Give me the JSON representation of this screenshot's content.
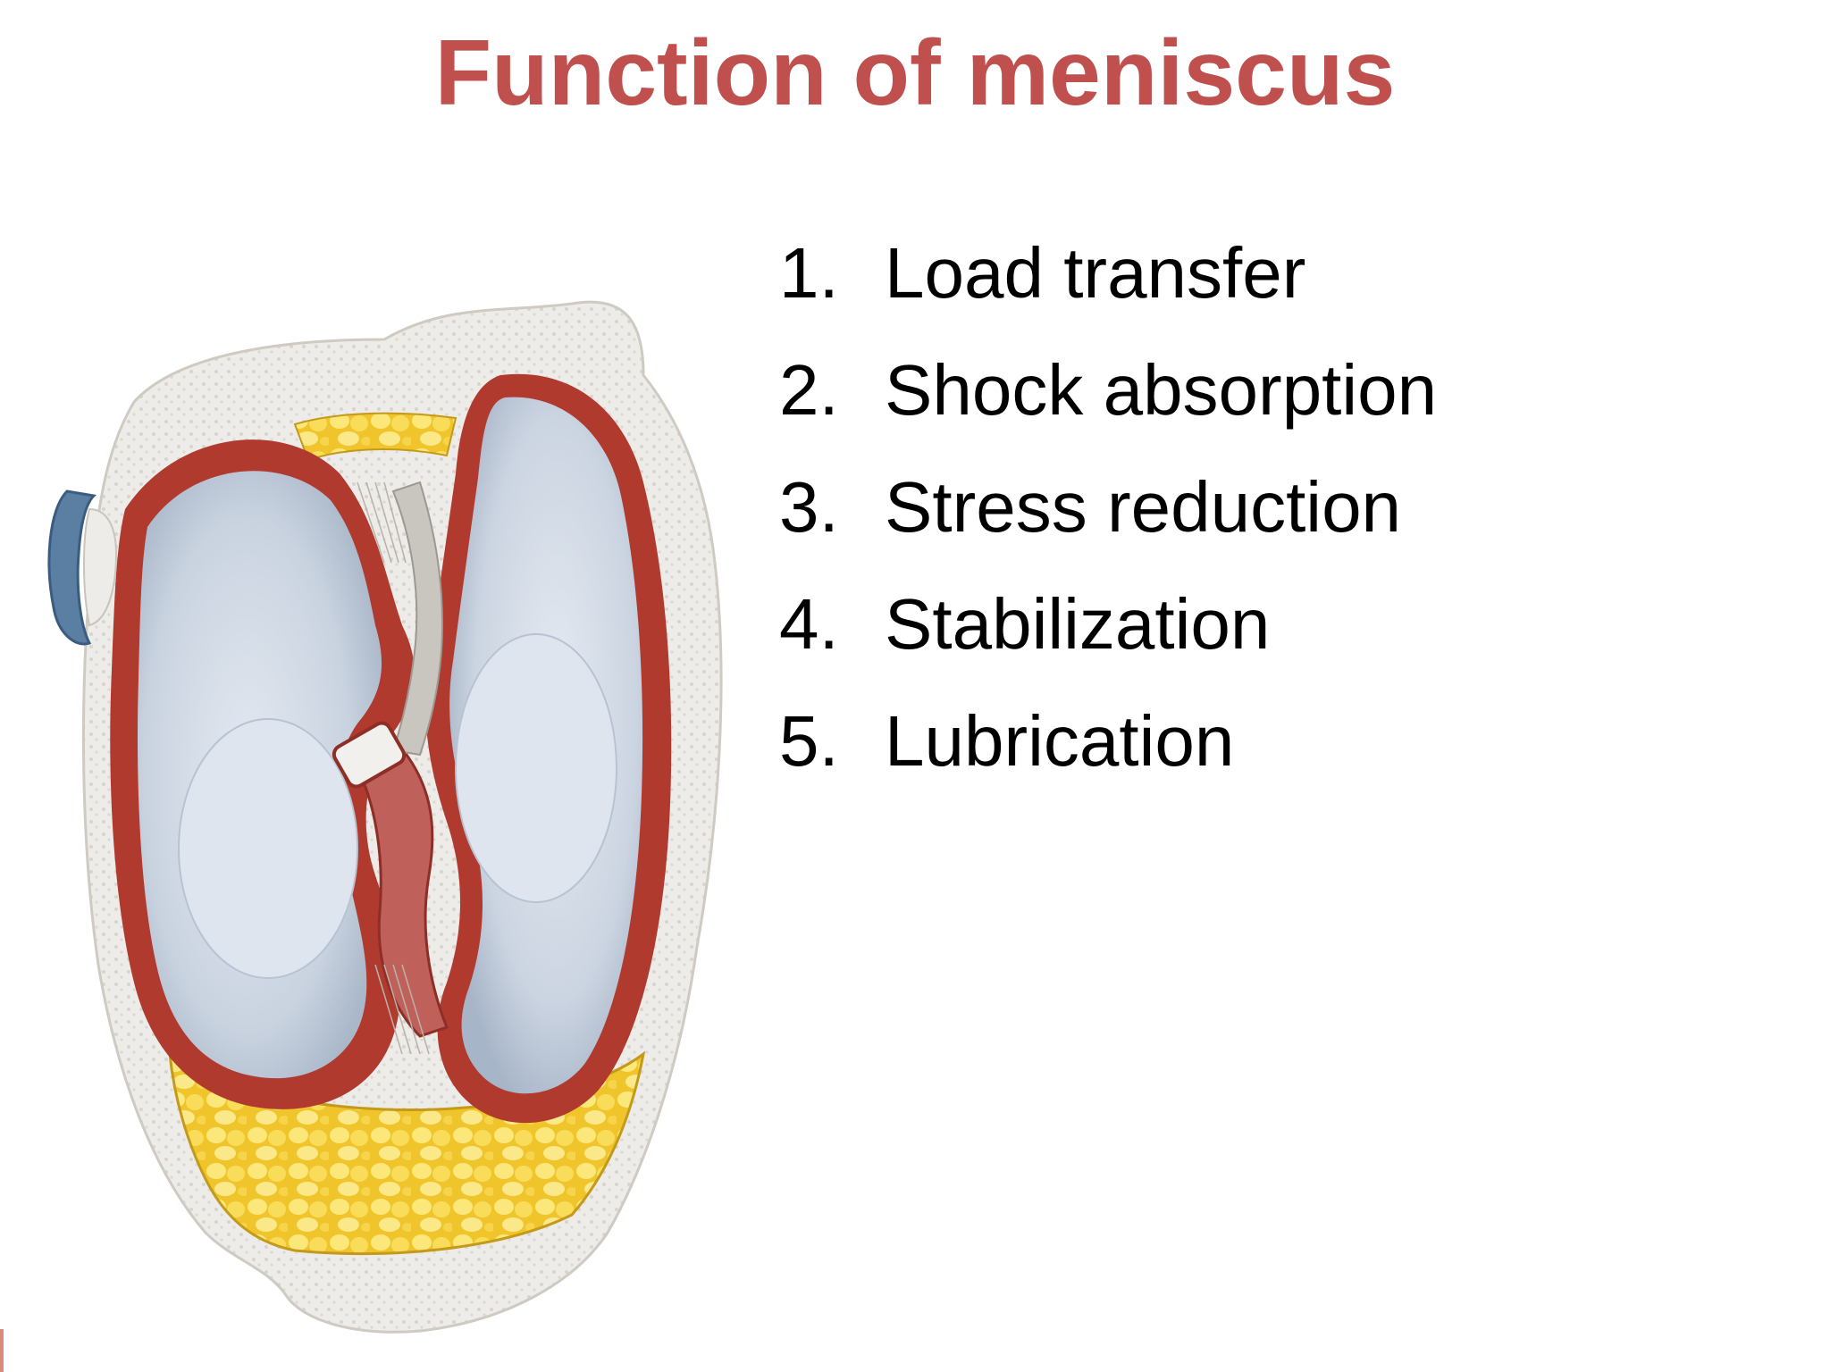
{
  "slide": {
    "title": "Function of meniscus",
    "title_color": "#c0504d",
    "text_color": "#000000",
    "functions": [
      {
        "number": "1.",
        "label": "Load transfer"
      },
      {
        "number": "2.",
        "label": "Shock absorption"
      },
      {
        "number": "3.",
        "label": "Stress reduction"
      },
      {
        "number": "4.",
        "label": "Stabilization"
      },
      {
        "number": "5.",
        "label": "Lubrication"
      }
    ]
  },
  "illustration": {
    "subject": "knee-menisci-superior-view",
    "colors": {
      "meniscus": "#b9c6d6",
      "cartilage": "#dde3ec",
      "fat_pad": "#f2cf3a",
      "ligament": "#b03a2e",
      "capsule": "#e8e6e2"
    }
  }
}
